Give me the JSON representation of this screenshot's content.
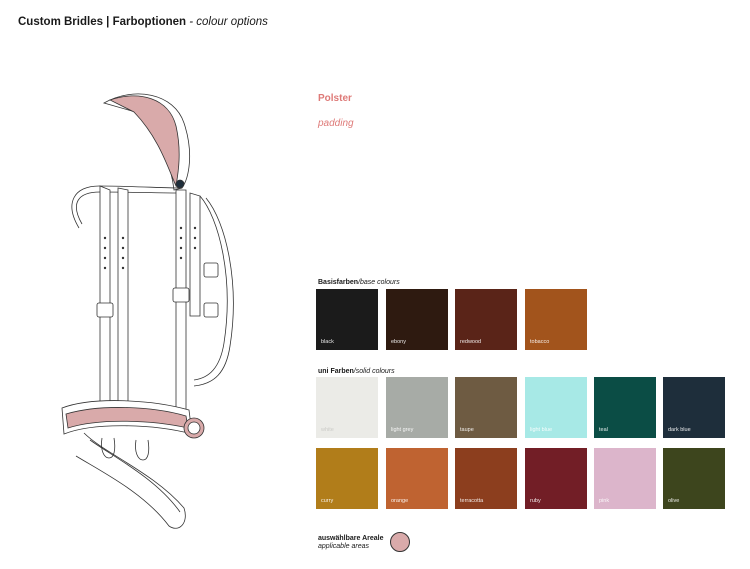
{
  "header": {
    "title_bold": "Custom Bridles | Farboptionen",
    "title_sub": " - colour options"
  },
  "padding_section": {
    "label_de": "Polster",
    "label_en": "padding",
    "accent_color": "#de7a78"
  },
  "base_colours": {
    "label_de": "Basisfarben",
    "label_en": "/base colours",
    "items": [
      {
        "name": "black",
        "color": "#1b1b1b"
      },
      {
        "name": "ebony",
        "color": "#2e1a10"
      },
      {
        "name": "redwood",
        "color": "#5a2418"
      },
      {
        "name": "tobacco",
        "color": "#a2541c"
      }
    ]
  },
  "solid_colours": {
    "label_de": "uni Farben",
    "label_en": "/solid colours",
    "items": [
      {
        "name": "white",
        "color": "#ebebe7"
      },
      {
        "name": "light grey",
        "color": "#a7aba6"
      },
      {
        "name": "taupe",
        "color": "#6e5b42"
      },
      {
        "name": "light blue",
        "color": "#a7e9e6"
      },
      {
        "name": "teal",
        "color": "#0b4d45"
      },
      {
        "name": "dark blue",
        "color": "#1e2e3b"
      },
      {
        "name": "curry",
        "color": "#b17d1a"
      },
      {
        "name": "orange",
        "color": "#bf6331"
      },
      {
        "name": "terracotta",
        "color": "#8c3e1e"
      },
      {
        "name": "ruby",
        "color": "#721e26"
      },
      {
        "name": "pink",
        "color": "#dcb5cb"
      },
      {
        "name": "olive",
        "color": "#3d451d"
      }
    ]
  },
  "legend": {
    "line1": "auswählbare Areale",
    "line2": "applicable areas",
    "color": "#d9aaaa"
  }
}
